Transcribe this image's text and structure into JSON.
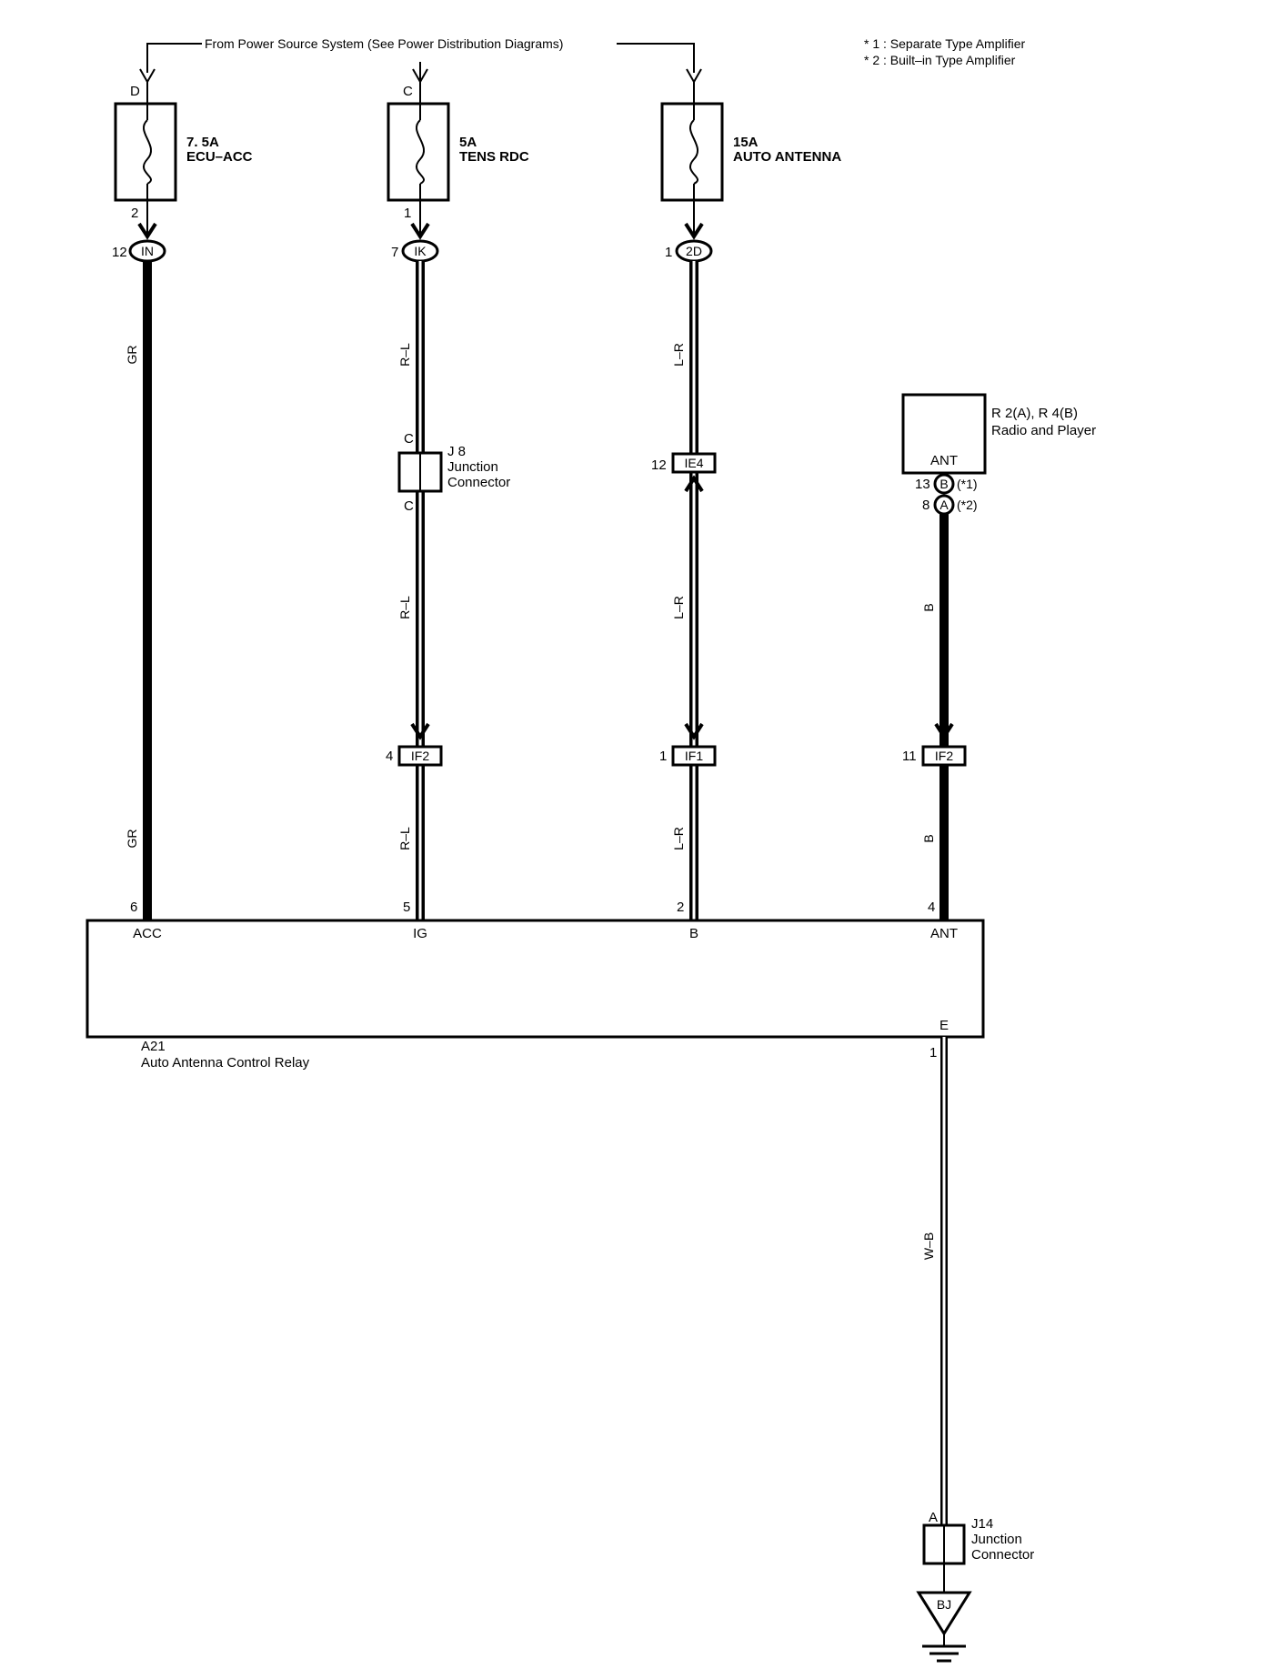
{
  "notes": {
    "note1": "* 1 : Separate Type Amplifier",
    "note2": "* 2 : Built–in Type Amplifier"
  },
  "power_source": "From Power Source System (See Power Distribution Diagrams)",
  "fuses": [
    {
      "terminal_in": "D",
      "rating": "7. 5A",
      "name": "ECU–ACC",
      "terminal_out": "2"
    },
    {
      "terminal_in": "C",
      "rating": "5A",
      "name": "TENS RDC",
      "terminal_out": "1"
    },
    {
      "terminal_in": "",
      "rating": "15A",
      "name": "AUTO ANTENNA",
      "terminal_out": ""
    }
  ],
  "connectors_top": [
    {
      "pin": "12",
      "code": "IN"
    },
    {
      "pin": "7",
      "code": "IK"
    },
    {
      "pin": "1",
      "code": "2D"
    }
  ],
  "wire_colors": {
    "acc_upper": "GR",
    "acc_lower": "GR",
    "ig_upper": "R–L",
    "ig_mid": "R–L",
    "ig_lower": "R–L",
    "b_upper": "L–R",
    "b_mid": "L–R",
    "b_lower": "L–R",
    "ant_upper": "B",
    "ant_lower": "B",
    "ground": "W–B"
  },
  "j8": {
    "code": "J 8",
    "name_line1": "Junction",
    "name_line2": "Connector",
    "pin_top": "C",
    "pin_bottom": "C"
  },
  "ie4": {
    "pin": "12",
    "code": "IE4"
  },
  "radio": {
    "code": "R 2(A), R 4(B)",
    "name": "Radio and Player",
    "terminal": "ANT",
    "pin1": "13",
    "conn1": "B",
    "note1": "(*1)",
    "pin2": "8",
    "conn2": "A",
    "note2": "(*2)"
  },
  "connectors_mid": [
    {
      "pin": "4",
      "code": "IF2"
    },
    {
      "pin": "1",
      "code": "IF1"
    },
    {
      "pin": "11",
      "code": "IF2"
    }
  ],
  "relay": {
    "code": "A21",
    "name": "Auto Antenna Control Relay",
    "terminals": [
      {
        "pin": "6",
        "label": "ACC"
      },
      {
        "pin": "5",
        "label": "IG"
      },
      {
        "pin": "2",
        "label": "B"
      },
      {
        "pin": "4",
        "label": "ANT"
      }
    ],
    "ground_terminal": "E",
    "ground_pin": "1"
  },
  "j14": {
    "code": "J14",
    "name_line1": "Junction",
    "name_line2": "Connector",
    "pin": "A"
  },
  "ground": {
    "code": "BJ"
  }
}
